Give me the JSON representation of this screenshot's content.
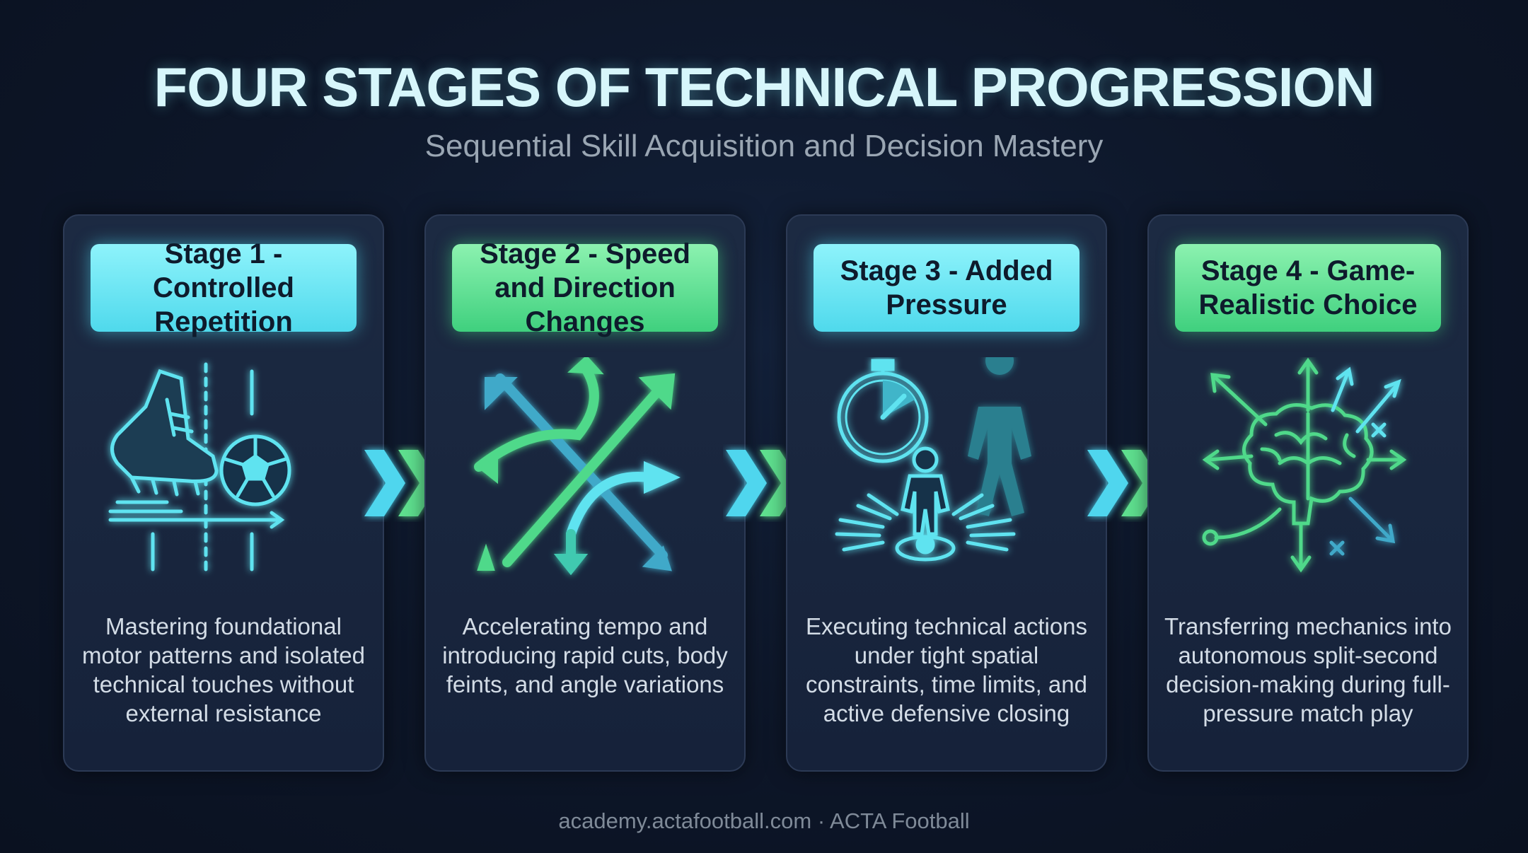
{
  "title": "FOUR STAGES OF TECHNICAL PROGRESSION",
  "subtitle": "Sequential Skill Acquisition and Decision Mastery",
  "stages": [
    {
      "label": "Stage 1 - Controlled Repetition",
      "icon": "boot-and-ball-icon",
      "description": "Mastering foundational motor patterns and isolated technical touches without external resistance",
      "accent": "#5fe3f0"
    },
    {
      "label": "Stage 2 - Speed and Direction Changes",
      "icon": "crossing-arrows-icon",
      "description": "Accelerating tempo and introducing rapid cuts, body feints, and angle variations",
      "accent": "#4fd98a"
    },
    {
      "label": "Stage 3 - Added Pressure",
      "icon": "stopwatch-defender-icon",
      "description": "Executing technical actions under tight spatial constraints, time limits, and active defensive closing",
      "accent": "#5fe3f0"
    },
    {
      "label": "Stage 4 - Game-Realistic Choice",
      "icon": "brain-decision-icon",
      "description": "Transferring mechanics into autonomous split-second decision-making during full-pressure match play",
      "accent": "#4fd98a"
    }
  ],
  "footer": "academy.actafootball.com · ACTA Football",
  "colors": {
    "background": "#0d1628",
    "card": "#1a2740",
    "cyan": "#5fe3f0",
    "green": "#4fd98a"
  }
}
